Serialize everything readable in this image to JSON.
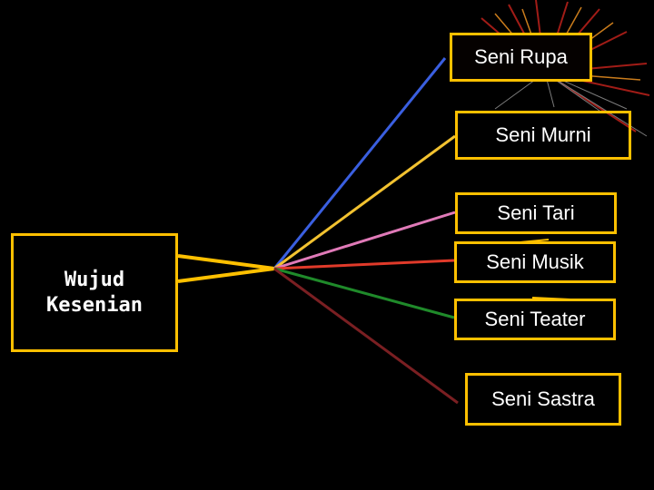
{
  "diagram": {
    "root": {
      "label": "Wujud Kesenian"
    },
    "branches": [
      {
        "label": "Seni Rupa",
        "line_color": "#3a5fe0"
      },
      {
        "label": "Seni Murni",
        "line_color": "#f2c230"
      },
      {
        "label": "Seni Tari",
        "line_color": "#e07ab8"
      },
      {
        "label": "Seni Musik",
        "line_color": "#e03a2a"
      },
      {
        "label": "Seni Teater",
        "line_color": "#1f8a2a"
      },
      {
        "label": "Seni Sastra",
        "line_color": "#7a1f22"
      }
    ],
    "colors": {
      "background": "#000000",
      "box_border": "#ffc000",
      "text": "#ffffff"
    }
  }
}
